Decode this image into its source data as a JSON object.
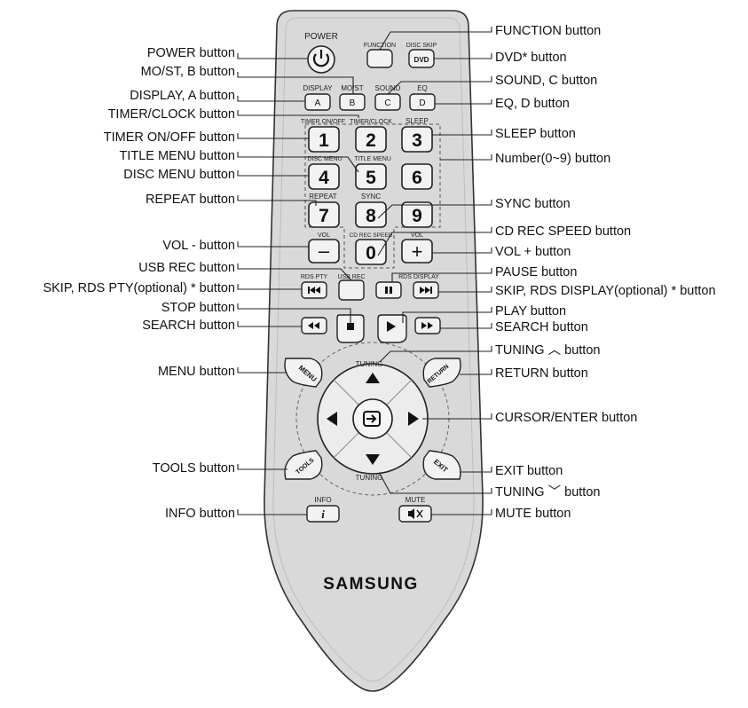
{
  "left_callouts": [
    "POWER button",
    "MO/ST, B button",
    "DISPLAY, A button",
    "TIMER/CLOCK button",
    "TIMER ON/OFF button",
    "TITLE MENU button",
    "DISC MENU button",
    "REPEAT button",
    "VOL - button",
    "USB REC button",
    "SKIP, RDS PTY(optional) * button",
    "STOP button",
    "SEARCH button",
    "MENU button",
    "TOOLS button",
    "INFO button"
  ],
  "right_callouts": [
    "FUNCTION button",
    "DVD* button",
    "SOUND, C button",
    "EQ, D button",
    "SLEEP button",
    "Number(0~9) button",
    "SYNC button",
    "CD REC SPEED button",
    "VOL + button",
    "PAUSE button",
    "SKIP, RDS DISPLAY(optional) * button",
    "PLAY button",
    "SEARCH button",
    "TUNING ︿ button",
    "RETURN button",
    "CURSOR/ENTER button",
    "EXIT button",
    "TUNING ﹀ button",
    "MUTE button"
  ],
  "remote": {
    "brand": "SAMSUNG",
    "labels": {
      "power": "POWER",
      "function": "FUNCTION",
      "disc_skip": "DISC SKIP",
      "display": "DISPLAY",
      "most": "MO/ST",
      "sound": "SOUND",
      "eq": "EQ",
      "timer_onoff": "TIMER ON/OFF",
      "timer_clock": "TIMER/CLOCK",
      "sleep": "SLEEP",
      "disc_menu": "DISC MENU",
      "title_menu": "TITLE MENU",
      "repeat": "REPEAT",
      "sync": "SYNC",
      "vol_minus": "VOL",
      "cd_rec_speed": "CD REC SPEED",
      "vol_plus": "VOL",
      "rds_pty": "RDS PTY",
      "usb_rec": "USB REC",
      "rds_display": "RDS DISPLAY",
      "tuning_up": "TUNING",
      "tuning_down": "TUNING",
      "info": "INFO",
      "mute": "MUTE"
    },
    "keys": {
      "dvd": "DVD",
      "a": "A",
      "b": "B",
      "c": "C",
      "d": "D",
      "n1": "1",
      "n2": "2",
      "n3": "3",
      "n4": "4",
      "n5": "5",
      "n6": "6",
      "n7": "7",
      "n8": "8",
      "n9": "9",
      "n0": "0",
      "minus": "–",
      "plus": "+",
      "menu": "MENU",
      "return": "RETURN",
      "tools": "TOOLS",
      "exit": "EXIT",
      "info": "i"
    }
  }
}
